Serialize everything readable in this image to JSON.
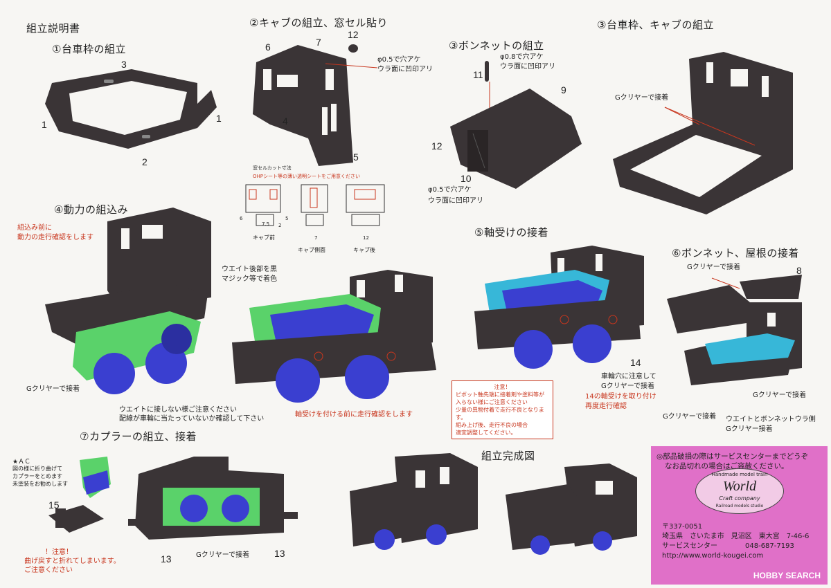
{
  "title": "組立説明書",
  "sections": {
    "s1": "①台車枠の組立",
    "s2": "②キャブの組立、窓セル貼り",
    "s3": "③ボンネットの組立",
    "s3b": "③台車枠、キャブの組立",
    "s4": "④動力の組込み",
    "s5": "⑤軸受けの接着",
    "s6": "⑥ボンネット、屋根の接着",
    "s7": "⑦カプラーの組立、接着",
    "s8": "組立完成図"
  },
  "parts": {
    "p1": "1",
    "p2": "2",
    "p3": "3",
    "p4": "4",
    "p5": "5",
    "p6": "6",
    "p7": "7",
    "p8": "8",
    "p9": "9",
    "p10": "10",
    "p11": "11",
    "p12": "12",
    "p13": "13",
    "p14": "14",
    "p15": "15"
  },
  "notes": {
    "hole05": "φ0.5で穴アケ",
    "back_mark": "ウラ面に凹印アリ",
    "hole08": "φ0.8で穴アケ",
    "hole05b": "φ0.5で穴アケ",
    "back_mark2": "ウラ面に凹印アリ",
    "window_title": "窓セルカット寸法",
    "window_ohp": "OHPシート等の薄い透明シートをご用意ください",
    "cab_front": "キャブ前",
    "cab_side": "キャブ側面",
    "cab_rear": "キャブ後",
    "dim_75": "7.5",
    "dim_7": "7",
    "dim_12": "12",
    "dim_5": "5",
    "dim_2": "2",
    "dim_6": "6",
    "g_clear": "Gクリヤーで接着",
    "g_clear_s4": "Gクリヤーで接着",
    "check_red": "組込み前に",
    "check_red2": "動力の走行確認をします",
    "weight_black": "ウエイト後部を黒",
    "weight_black2": "マジック等で着色",
    "weight_warn": "ウエイトに接しない様ご注意ください",
    "weight_warn2": "配線が車輪に当たっていないか確認して下さい",
    "bearing_warn": "軸受けを付ける前に走行確認をします",
    "caution_title": "注意！",
    "caution1": "ピボット軸先端に接着剤や塗料等が",
    "caution2": "入らない様にご注意ください",
    "caution3": "少量の異物付着で走行不良となります。",
    "caution4": "組み上げ後、走行不良の場合",
    "caution5": "適宜調整してください。",
    "wheel_hole": "車輪穴に注意して",
    "wheel_hole2": "Gクリヤーで接着",
    "s14_red": "14の軸受けを取り付け",
    "s14_red2": "再度走行確認",
    "g_s6a": "Gクリヤーで接着",
    "g_s6b": "Gクリヤーで接着",
    "g_s6c": "Gクリヤーで接着",
    "weight_bonnet": "ウエイトとボンネットウラ側",
    "weight_bonnet2": "Gクリヤー接着",
    "ac_title": "★ＡＣ",
    "ac1": "図の様に折り曲げて",
    "ac2": "カプラーをとめます",
    "ac3": "未塗装をお勧めします",
    "bend_warn": "！注意！",
    "bend_warn2": "曲げ戻すと折れてしまいます。",
    "bend_warn3": "ご注意ください",
    "g_s7": "Gクリヤーで接着"
  },
  "contact": {
    "line1": "◎部品破損の際はサービスセンターまでどうぞ",
    "line2": "なお品切れの場合はご容赦ください。",
    "logo_top": "Handmade model train",
    "logo_main": "World",
    "logo_sub": "Craft company",
    "logo_bottom": "Railroad models studio",
    "zip": "〒337-0051",
    "address": "埼玉県　さいたま市　見沼区　東大宮　7-46-6",
    "center": "サービスセンター　　　　048-687-7193",
    "url": "http://www.world-kougei.com"
  },
  "watermark": "HOBBY SEARCH",
  "colors": {
    "model": "#3a3436",
    "green": "#5ad26a",
    "blue": "#3a3fd0",
    "cyan": "#37b7d8",
    "red": "#c8361e",
    "pink": "#e070c8"
  }
}
